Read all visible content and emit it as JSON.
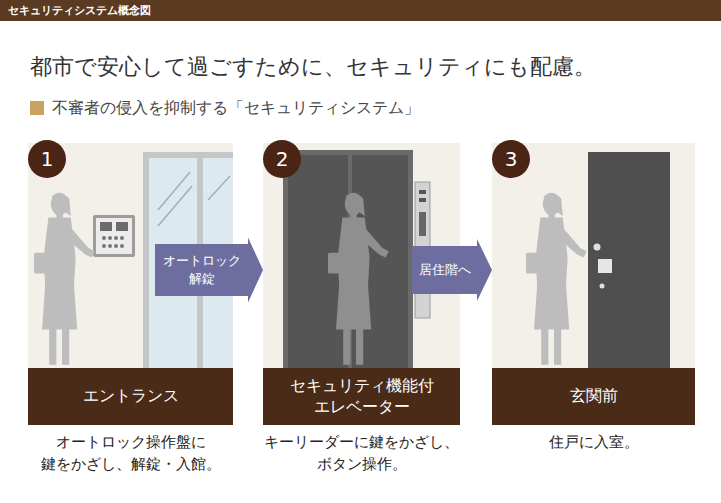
{
  "diagram": {
    "title": "セキュリティシステム概念図",
    "nodes": [
      {
        "text": [
          "エントランス",
          "オートロック操作盤に 鍵をかざし、解錠・入館。"
        ]
      },
      {
        "text": [
          "1"
        ],
        "in": 0
      },
      {
        "text": [
          "セキュリティ機能付 エレベーター",
          "キーリーダーに鍵をかざし、 ボタン操作。"
        ]
      },
      {
        "text": [
          "2"
        ],
        "in": 2
      },
      {
        "text": [
          "玄関前",
          "住戸に入室。"
        ]
      },
      {
        "text": [
          "3"
        ],
        "in": 4
      }
    ],
    "edges": [
      {
        "from": 0,
        "to": 2,
        "arrow": "to",
        "label": "オートロック 解錠"
      },
      {
        "from": 2,
        "to": 4,
        "arrow": "to",
        "label": "居住階へ"
      }
    ],
    "labels": [
      "都市で安心して過ごすために、セキュリティにも配慮。",
      "不審者の侵入を抑制する「セキュリティシステム」"
    ]
  }
}
